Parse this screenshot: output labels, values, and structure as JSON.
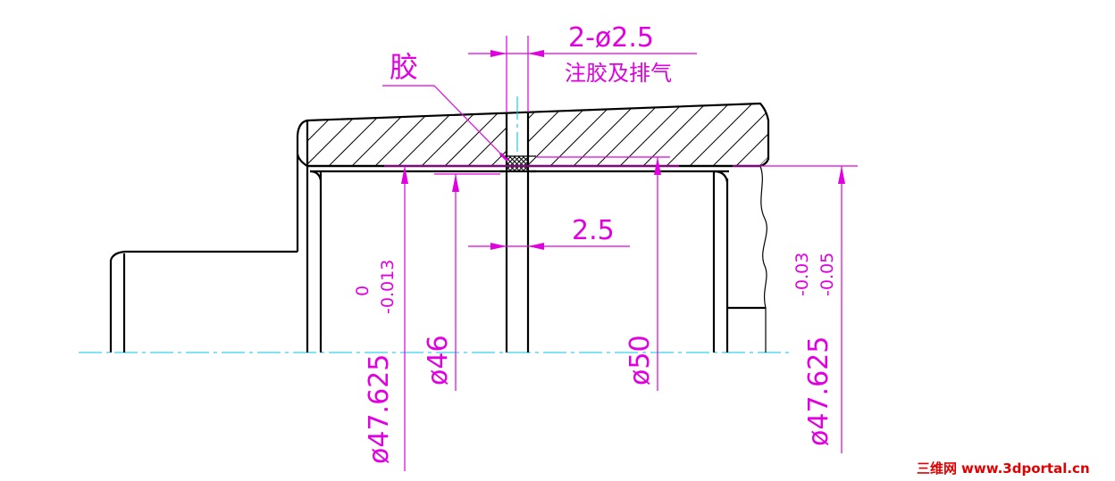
{
  "labels": {
    "glue": "胶",
    "hole_count_dim": "2-ø2.5",
    "hole_purpose": "注胶及排气",
    "gap_width_dim": "2.5",
    "diam_bore_left": "ø47.625",
    "diam_bore_left_tol_upper": "0",
    "diam_bore_left_tol_lower": "-0.013",
    "diam_46": "ø46",
    "diam_50": "ø50",
    "diam_bore_right": "ø47.625",
    "diam_bore_right_tol_upper": "-0.03",
    "diam_bore_right_tol_lower": "-0.05"
  },
  "watermark": {
    "site_name": "三维网",
    "url": "www.3dportal.cn"
  },
  "colors": {
    "dimension": "#e000e0",
    "centerline": "#00c8e6",
    "geometry": "#000000",
    "watermark": "#e00000"
  }
}
